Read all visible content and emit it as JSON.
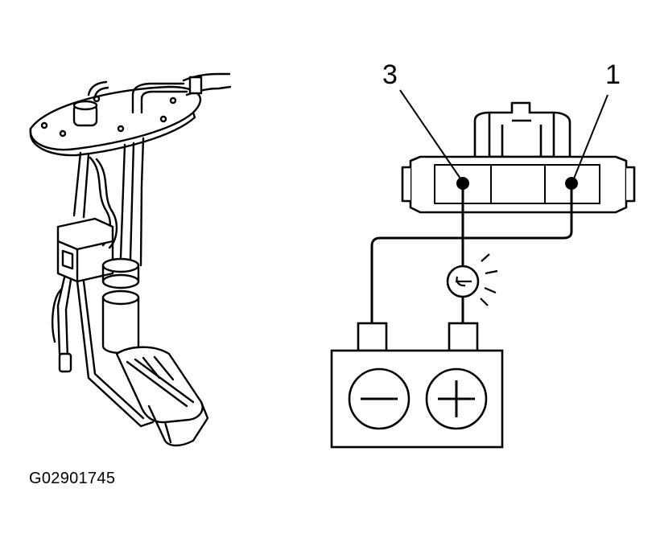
{
  "diagram": {
    "pin_labels": {
      "left": "3",
      "right": "1"
    },
    "figure_id": "G02901745",
    "battery": {
      "negative_symbol": "minus-icon",
      "positive_symbol": "plus-icon"
    },
    "test_lamp_symbol": "test-lamp-icon",
    "line_color": "#000000",
    "background": "#ffffff"
  }
}
